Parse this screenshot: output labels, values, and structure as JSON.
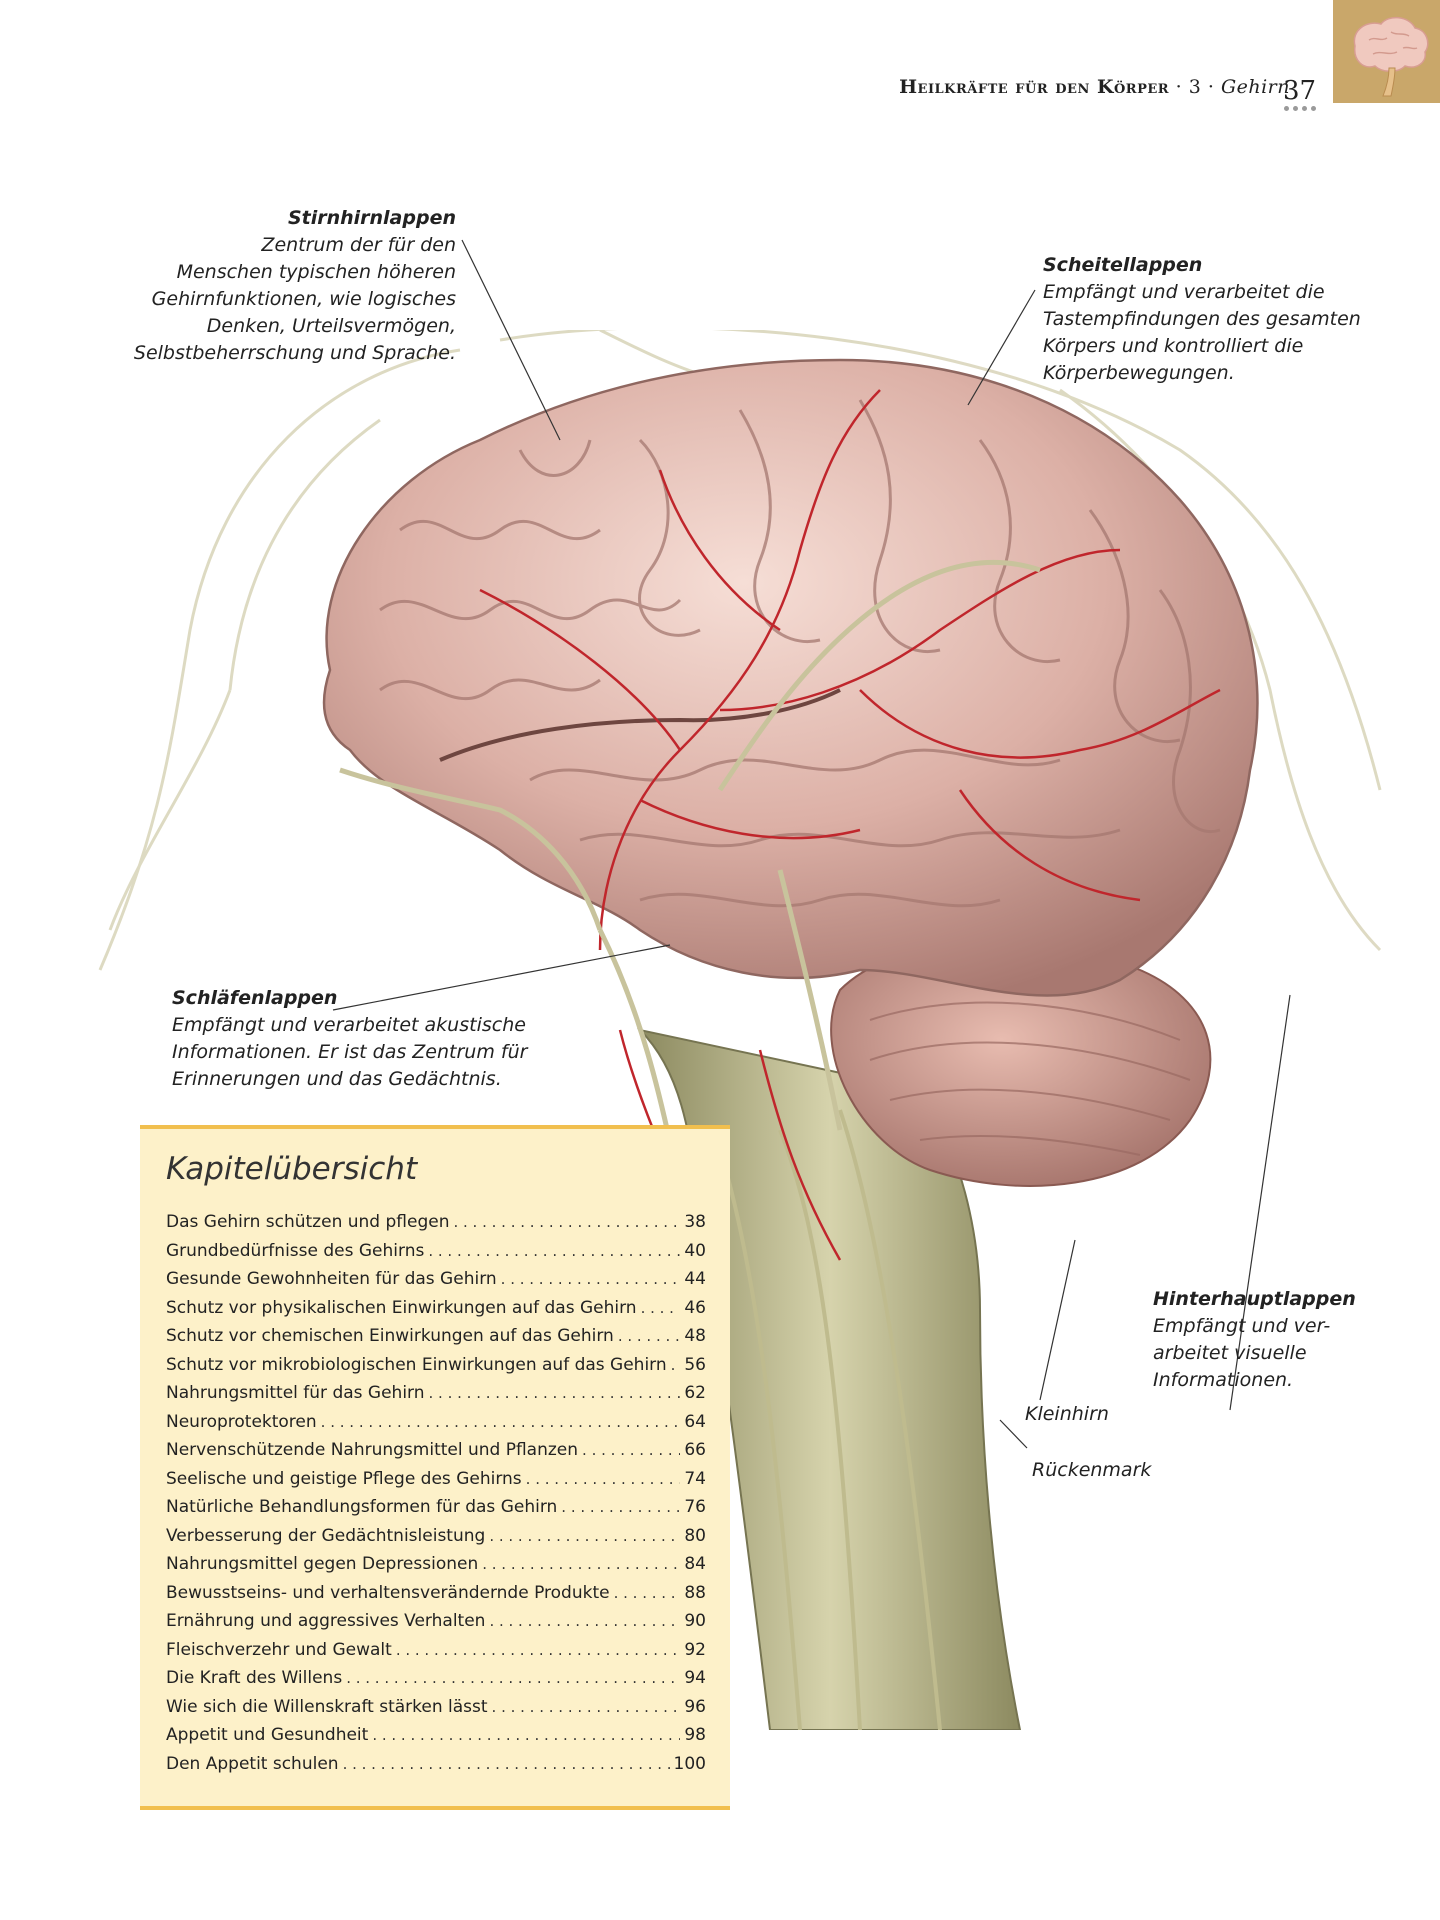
{
  "header": {
    "section": "Heilkräfte für den Körper",
    "separator1": " · ",
    "chapter_no": "3",
    "separator2": " · ",
    "chapter_name": "Gehirn",
    "page_number": "37",
    "tab_icon": "brain-icon"
  },
  "annotations": {
    "frontal": {
      "title": "Stirnhirnlappen",
      "lines": [
        "Zentrum der für den",
        "Menschen typischen höheren",
        "Gehirnfunktionen, wie logisches",
        "Denken, Urteilsvermögen,",
        "Selbstbeherrschung und Sprache."
      ]
    },
    "parietal": {
      "title": "Scheitellappen",
      "lines": [
        "Empfängt und verarbeitet die",
        "Tastempfindungen des gesamten",
        "Körpers und kontrolliert die",
        "Körperbewegungen."
      ]
    },
    "temporal": {
      "title": "Schläfenlappen",
      "lines": [
        "Empfängt und verarbeitet akustische",
        "Informationen. Er ist das Zentrum für",
        "Erinnerungen und das Gedächtnis."
      ]
    },
    "occipital": {
      "title": "Hinterhauptlappen",
      "lines": [
        "Empfängt und ver-",
        "arbeitet visuelle",
        "Informationen."
      ]
    },
    "cerebellum": "Kleinhirn",
    "spinal_cord": "Rückenmark"
  },
  "chapter_overview": {
    "title": "Kapitelübersicht",
    "items": [
      {
        "title": "Das Gehirn schützen und pflegen",
        "page": "38"
      },
      {
        "title": "Grundbedürfnisse des Gehirns",
        "page": "40"
      },
      {
        "title": "Gesunde Gewohnheiten für das Gehirn",
        "page": "44"
      },
      {
        "title": "Schutz vor physikalischen Einwirkungen auf das Gehirn",
        "page": "46"
      },
      {
        "title": "Schutz vor chemischen Einwirkungen auf das Gehirn",
        "page": "48"
      },
      {
        "title": "Schutz vor mikrobiologischen Einwirkungen auf das Gehirn",
        "page": "56"
      },
      {
        "title": "Nahrungsmittel für das Gehirn",
        "page": "62"
      },
      {
        "title": "Neuroprotektoren",
        "page": "64"
      },
      {
        "title": "Nervenschützende Nahrungsmittel und Pflanzen",
        "page": "66"
      },
      {
        "title": "Seelische und geistige Pflege des Gehirns",
        "page": "74"
      },
      {
        "title": "Natürliche Behandlungsformen für das Gehirn",
        "page": "76"
      },
      {
        "title": "Verbesserung der Gedächtnisleistung",
        "page": "80"
      },
      {
        "title": "Nahrungsmittel gegen Depressionen",
        "page": "84"
      },
      {
        "title": "Bewusstseins- und verhaltensverändernde Produkte",
        "page": "88"
      },
      {
        "title": "Ernährung und aggressives Verhalten",
        "page": "90"
      },
      {
        "title": "Fleischverzehr und Gewalt",
        "page": "92"
      },
      {
        "title": "Die Kraft des Willens",
        "page": "94"
      },
      {
        "title": "Wie sich die Willenskraft stärken lässt",
        "page": "96"
      },
      {
        "title": "Appetit und Gesundheit",
        "page": "98"
      },
      {
        "title": "Den Appetit schulen",
        "page": "100"
      }
    ]
  },
  "colors": {
    "tab": "#c9a76a",
    "box_bg": "#fdf1c9",
    "box_border": "#f1bf4e",
    "brain": "#d9aaa0",
    "vessel": "#c0262c",
    "nerve": "#cfcaa4"
  }
}
